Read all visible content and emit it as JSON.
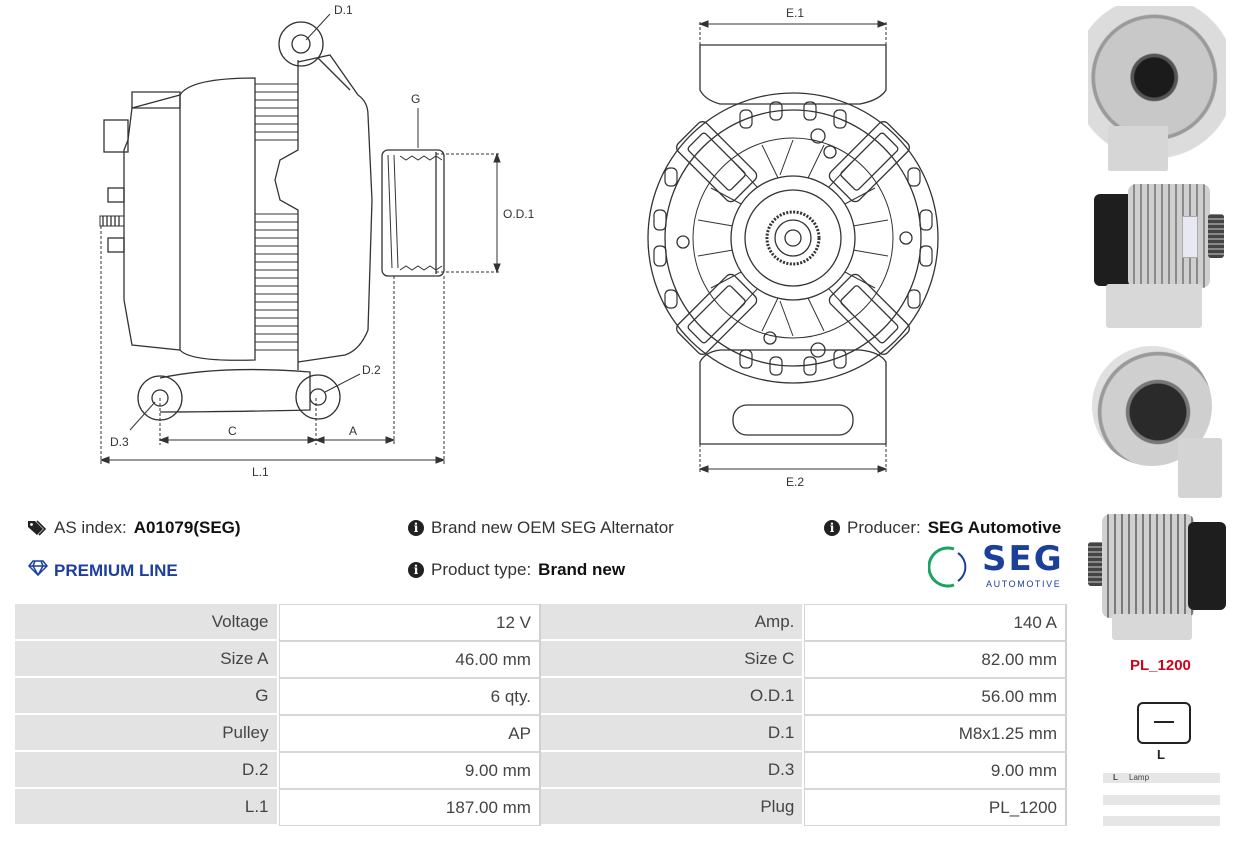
{
  "drawing_labels": {
    "side": {
      "d1": "D.1",
      "g": "G",
      "od1": "O.D.1",
      "d2": "D.2",
      "d3": "D.3",
      "c": "C",
      "a": "A",
      "l1": "L.1"
    },
    "front": {
      "e1": "E.1",
      "e2": "E.2"
    }
  },
  "info": {
    "as_index_label": "AS index:",
    "as_index_value": "A01079(SEG)",
    "premium": "PREMIUM LINE",
    "brand_text": "Brand new OEM SEG Alternator",
    "product_type_label": "Product type:",
    "product_type_value": "Brand new",
    "producer_label": "Producer:",
    "producer_value": "SEG Automotive"
  },
  "logo": {
    "main": "SEG",
    "sub": "AUTOMOTIVE"
  },
  "specs": [
    {
      "l1": "Voltage",
      "v1": "12 V",
      "l2": "Amp.",
      "v2": "140 A"
    },
    {
      "l1": "Size A",
      "v1": "46.00 mm",
      "l2": "Size C",
      "v2": "82.00 mm"
    },
    {
      "l1": "G",
      "v1": "6 qty.",
      "l2": "O.D.1",
      "v2": "56.00 mm"
    },
    {
      "l1": "Pulley",
      "v1": "AP",
      "l2": "D.1",
      "v2": "M8x1.25 mm"
    },
    {
      "l1": "D.2",
      "v1": "9.00 mm",
      "l2": "D.3",
      "v2": "9.00 mm"
    },
    {
      "l1": "L.1",
      "v1": "187.00 mm",
      "l2": "Plug",
      "v2": "PL_1200"
    }
  ],
  "plug": {
    "code": "PL_1200",
    "pin": "L",
    "legend": [
      {
        "pin": "L",
        "name": "Lamp"
      }
    ]
  },
  "colors": {
    "accent_blue": "#1d3f9c",
    "plug_red": "#d0021b",
    "logo_blue": "#1b3f9a",
    "logo_green": "#19a463"
  }
}
